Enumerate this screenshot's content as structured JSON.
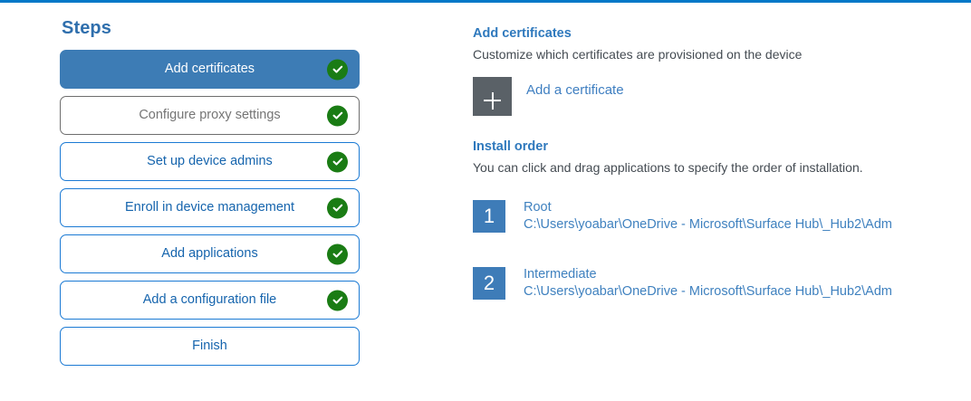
{
  "theme": {
    "accent_blue": "#0078c8",
    "step_active_bg": "#3d7cb5",
    "step_border_blue": "#1b7ad4",
    "step_border_gray": "#6e6e6e",
    "check_green": "#1a7c14",
    "tile_gray": "#5a6167",
    "order_badge_blue": "#3e7cb8",
    "link_blue": "#3f81bf"
  },
  "steps": {
    "title": "Steps",
    "items": [
      {
        "label": "Add certificates",
        "state": "active",
        "complete": true
      },
      {
        "label": "Configure proxy settings",
        "state": "muted",
        "complete": true
      },
      {
        "label": "Set up device admins",
        "state": "default",
        "complete": true
      },
      {
        "label": "Enroll in device management",
        "state": "default",
        "complete": true
      },
      {
        "label": "Add applications",
        "state": "default",
        "complete": true
      },
      {
        "label": "Add a configuration file",
        "state": "default",
        "complete": true
      },
      {
        "label": "Finish",
        "state": "default",
        "complete": false
      }
    ]
  },
  "detail": {
    "certificates": {
      "heading": "Add certificates",
      "description": "Customize which certificates are provisioned on the device",
      "add_button_label": "Add a certificate",
      "add_button_icon": "plus-icon"
    },
    "install_order": {
      "heading": "Install order",
      "description": "You can click and drag applications to specify the order of installation.",
      "items": [
        {
          "number": "1",
          "name": "Root",
          "path": "C:\\Users\\yoabar\\OneDrive - Microsoft\\Surface Hub\\_Hub2\\Adm"
        },
        {
          "number": "2",
          "name": "Intermediate",
          "path": "C:\\Users\\yoabar\\OneDrive - Microsoft\\Surface Hub\\_Hub2\\Adm"
        }
      ]
    }
  }
}
